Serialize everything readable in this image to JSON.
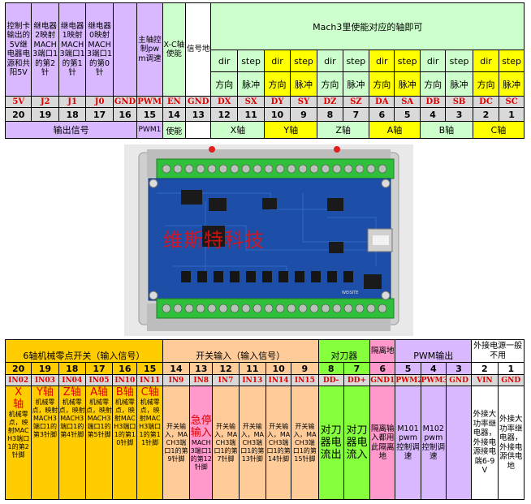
{
  "top_table": {
    "headers": [
      "控制卡输出的5V继电器电源和共阳5V",
      "继电器2映射MACH3端口1的第2针",
      "继电器1映射MACH3端口1的第1针",
      "继电器0映射MACH3端口1的第0针",
      "",
      "主轴控制pwm调速",
      "X-C轴使能",
      "信号地"
    ],
    "mach3_header": "Mach3里使能对应的轴即可",
    "dir_step": [
      "dir",
      "step",
      "dir",
      "step",
      "dir",
      "step",
      "dir",
      "step",
      "dir",
      "step",
      "dir",
      "step"
    ],
    "dir_step_cn": [
      "方向",
      "脉冲",
      "方向",
      "脉冲",
      "方向",
      "脉冲",
      "方向",
      "脉冲",
      "方向",
      "脉冲",
      "方向",
      "脉冲"
    ],
    "signals": [
      "5V",
      "J2",
      "J1",
      "J0",
      "GND",
      "PWM1",
      "EN",
      "GND",
      "DX",
      "SX",
      "DY",
      "SY",
      "DZ",
      "SZ",
      "DA",
      "SA",
      "DB",
      "SB",
      "DC",
      "SC"
    ],
    "numbers": [
      "20",
      "19",
      "18",
      "17",
      "16",
      "15",
      "14",
      "13",
      "12",
      "11",
      "10",
      "9",
      "8",
      "7",
      "6",
      "5",
      "4",
      "3",
      "2",
      "1"
    ],
    "groups": {
      "output": "输出信号",
      "pwm": "PWM1",
      "enable": "使能",
      "x": "X轴",
      "y": "Y轴",
      "z": "Z轴",
      "a": "A轴",
      "b": "B轴",
      "c": "C轴"
    }
  },
  "photo": {
    "watermark": "维斯特科技",
    "board_label": "WEISITE"
  },
  "bottom_table": {
    "headers": {
      "home": "6轴机械零点开关（输入信号）",
      "switch": "开关输入（输入信号）",
      "tool": "对刀器",
      "iso": "隔离地",
      "pwm": "PWM输出",
      "ext": "外接电源一般不用"
    },
    "numbers": [
      "20",
      "19",
      "18",
      "17",
      "16",
      "15",
      "14",
      "13",
      "12",
      "11",
      "10",
      "9",
      "8",
      "7",
      "6",
      "5",
      "4",
      "3",
      "2",
      "1"
    ],
    "signals": [
      "IN02",
      "IN03",
      "IN04",
      "IN05",
      "IN10",
      "IN11",
      "IN9",
      "IN8",
      "IN7",
      "IN13",
      "IN14",
      "IN15",
      "DD-",
      "DD+",
      "GND1",
      "PWM2",
      "PWM3",
      "GND",
      "VIN",
      "GND"
    ],
    "desc_axis": [
      "X",
      "Y",
      "Z",
      "A",
      "B",
      "C"
    ],
    "desc_axis_suffix": "轴",
    "desc_home": [
      "机械零点，映射MACH3端口1的第2针脚",
      "机械零点，映射MACH3端口1的第3针脚",
      "机械零点，映射MACH3端口1的第4针脚",
      "机械零点，映射MACH3端口1的第5针脚",
      "机械零点，映射MACH3端口1的第10针脚",
      "机械零点，映射MACH3端口1的第11针脚"
    ],
    "desc_switch": [
      "开关输入，MACH3端口1的第9针脚",
      "急停输入",
      "开关输入，MACH3端口1的第7针脚",
      "开关输入，MACH3端口1的第13针脚",
      "开关输入，MACH3端口1的第14针脚",
      "开关输入，MACH3端口1的第15针脚"
    ],
    "desc_estop_sub": "MACH3端口1的第12针脚",
    "desc_tool": [
      "对刀器电流出",
      "对刀器电流入"
    ],
    "desc_iso": "隔离输入都用此隔离地",
    "desc_pwm": [
      "M101 pwm控制调速",
      "M102 pwm控制调速"
    ],
    "desc_gnd": "",
    "desc_ext": [
      "外接大功率继电器，外接电源接电端6-9V",
      "外接大功率继电器，外接电源供电地"
    ]
  }
}
